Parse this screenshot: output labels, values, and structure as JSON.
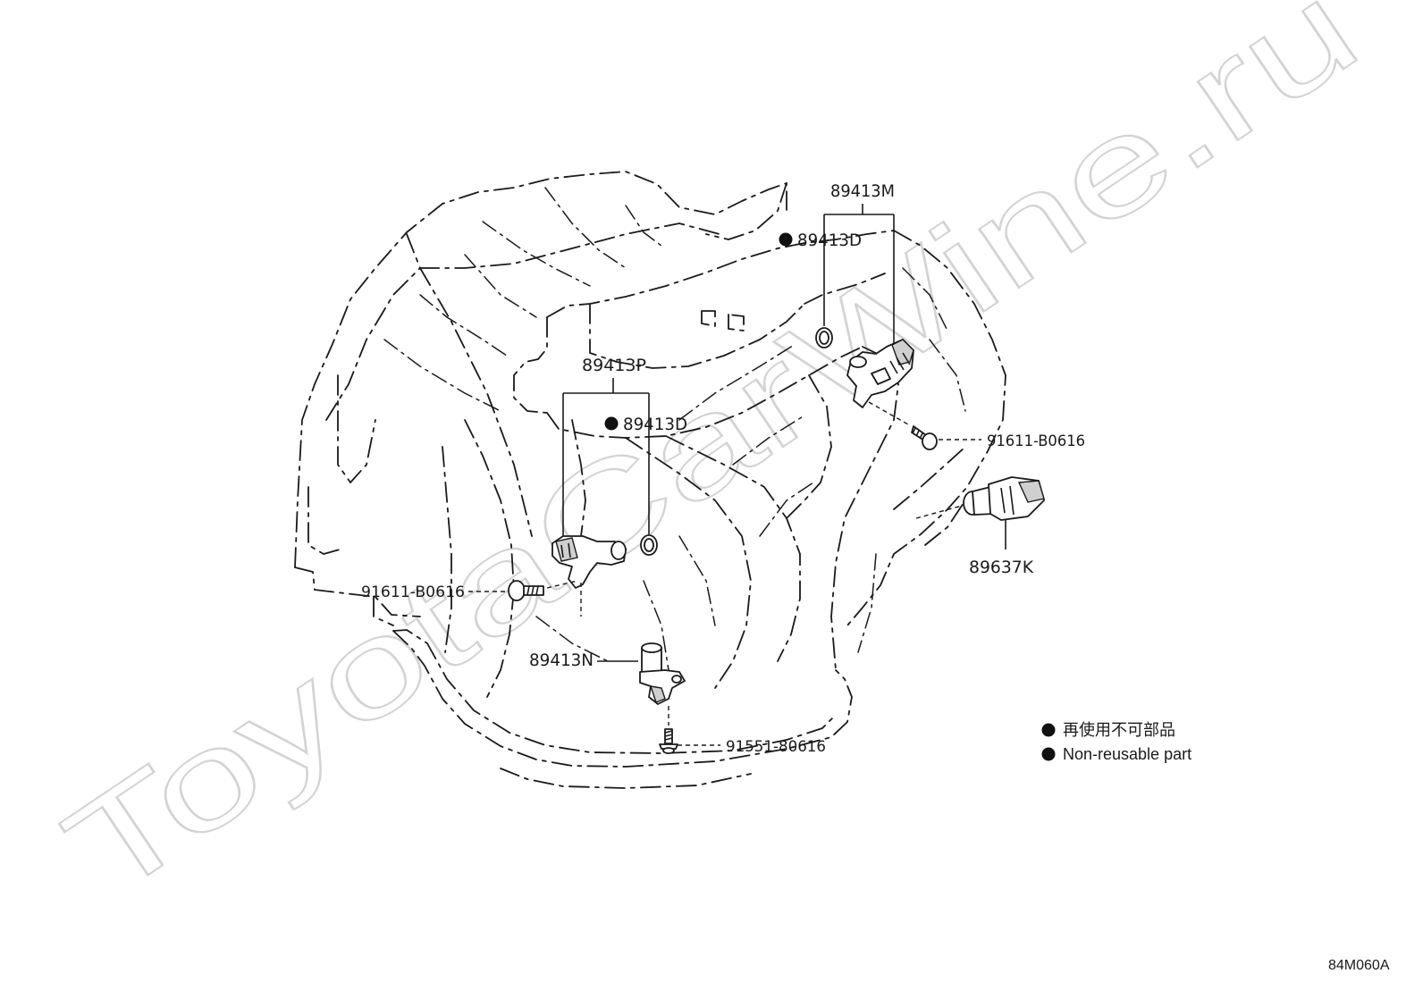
{
  "watermark": "ToyotaCarWine.ru",
  "callouts": {
    "sensor_top": "89413M",
    "oring_top": "89413D",
    "sensor_mid": "89413P",
    "oring_mid": "89413D",
    "bolt_right": "91611-B0616",
    "switch_right": "89637K",
    "bolt_left": "91611-B0616",
    "sensor_bottom": "89413N",
    "bolt_bottom": "91551-80616"
  },
  "legend": {
    "line1": "再使用不可部品",
    "line2": "Non-reusable part"
  },
  "figure_code": "84M060A",
  "colors": {
    "ink": "#1a1a1a",
    "watermark": "#d3d3d3",
    "background": "#ffffff"
  }
}
